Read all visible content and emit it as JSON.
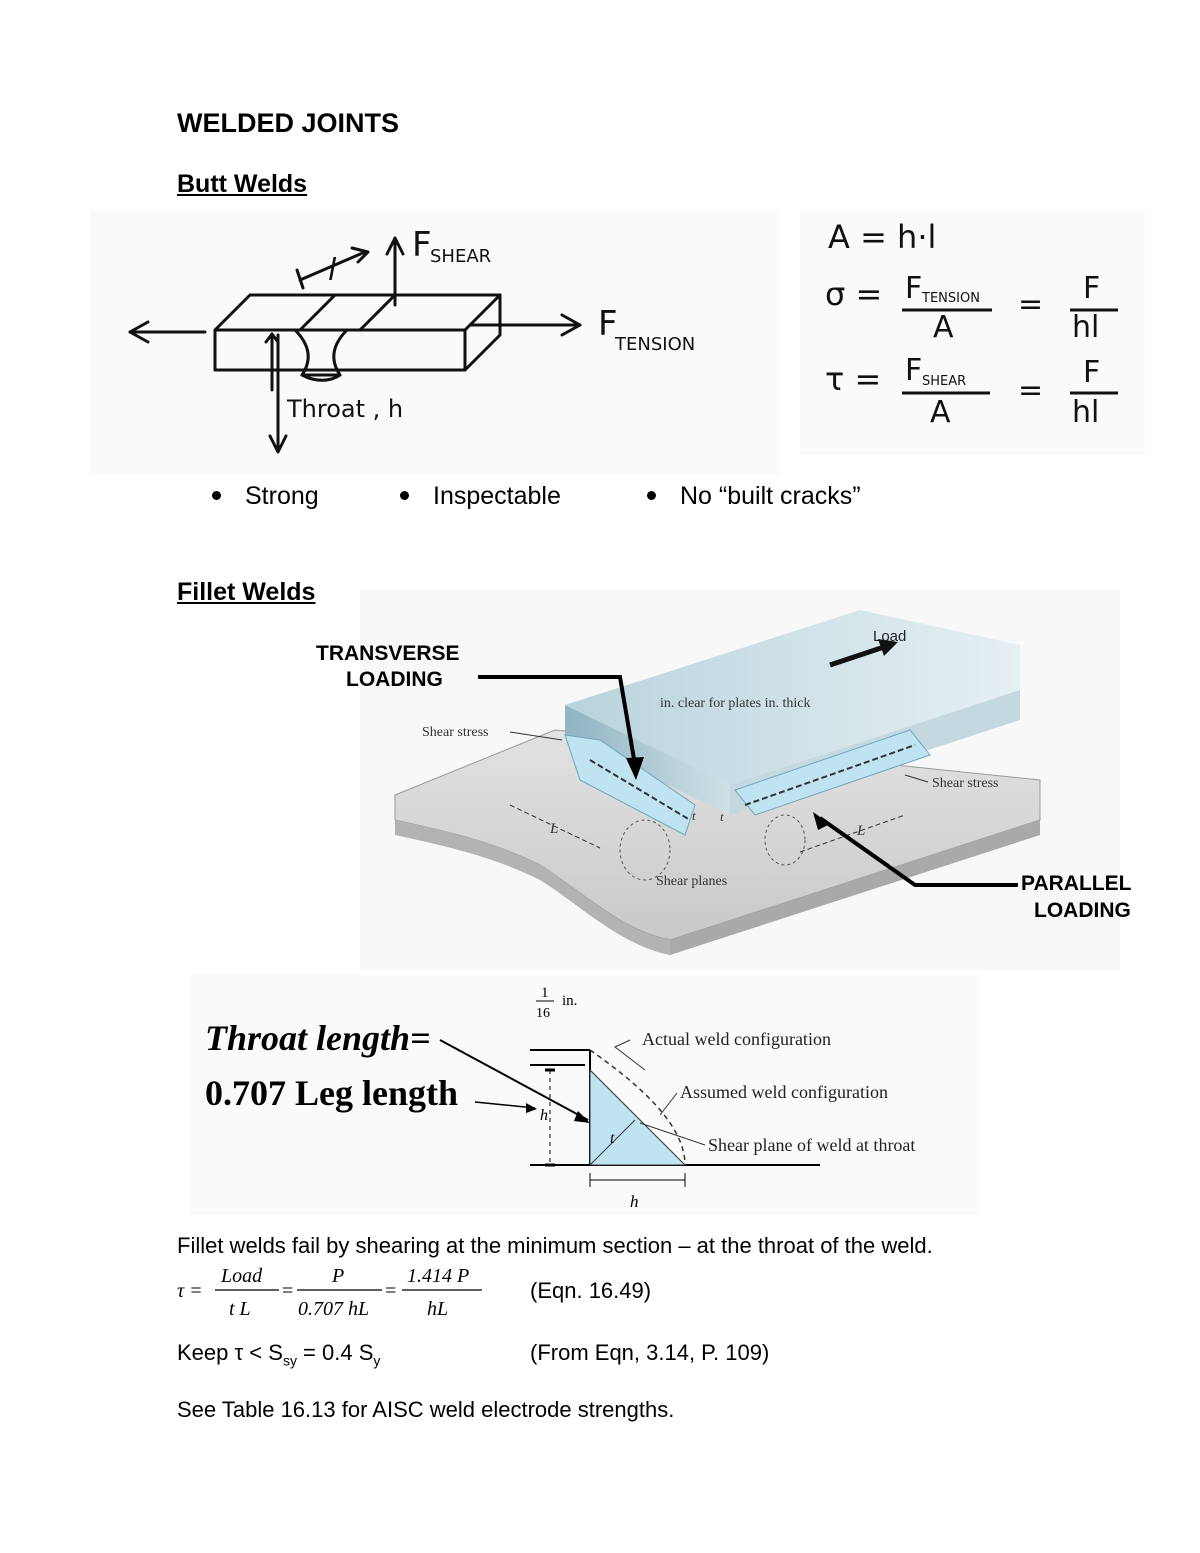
{
  "title": "WELDED JOINTS",
  "butt": {
    "heading": "Butt Welds",
    "diagram": {
      "l_label": "l",
      "shear_F": "F",
      "shear_sub": "SHEAR",
      "tension_F": "F",
      "tension_sub": "TENSION",
      "throat_label": "Throat , h"
    },
    "formulas": {
      "area": "A = h·l",
      "sigma_sym": "σ =",
      "tau_sym": "τ =",
      "F": "F",
      "tension_sub": "TENSION",
      "shear_sub": "SHEAR",
      "A": "A",
      "eq": "=",
      "hl": "hl"
    },
    "bullets": [
      "Strong",
      "Inspectable",
      "No “built cracks”"
    ]
  },
  "fillet": {
    "heading": "Fillet Welds",
    "diagram": {
      "transverse": [
        "TRANSVERSE",
        "LOADING"
      ],
      "parallel": [
        "PARALLEL",
        "LOADING"
      ],
      "load": "Load",
      "clear_label": "in. clear for plates in. thick",
      "shear_stress_left": "Shear stress",
      "shear_stress_right": "Shear stress",
      "shear_planes": "Shear planes",
      "L_left": "L",
      "L_right": "L",
      "te_left": "t",
      "te_right": "t"
    },
    "throat": {
      "line1": "Throat length=",
      "line2": "0.707 Leg length",
      "frac_num": "1",
      "frac_den": "16",
      "frac_unit": "in.",
      "actual": "Actual weld configuration",
      "assumed": "Assumed weld configuration",
      "shear_plane": "Shear plane of weld at throat",
      "hs_left": "h",
      "hs_bottom": "h",
      "te": "t"
    }
  },
  "text": {
    "fail": "Fillet welds fail by shearing at the minimum section – at the throat of the weld.",
    "eqn": {
      "tau": "τ =",
      "load": "Load",
      "te_L": "t L",
      "P": "P",
      "den2": "0.707 hL",
      "num3": "1.414 P",
      "den3": "hL",
      "eq": "="
    },
    "eqn_ref": "(Eqn. 16.49)",
    "keep_pre": "Keep τ < S",
    "keep_sub1": "sy",
    "keep_mid": " = 0.4 S",
    "keep_sub2": "y",
    "keep_ref": "(From Eqn, 3.14,  P. 109)",
    "see": "See Table 16.13 for AISC weld electrode strengths."
  }
}
